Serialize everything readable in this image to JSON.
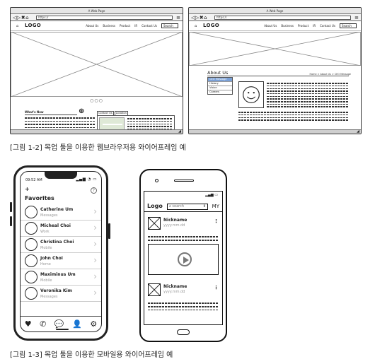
{
  "browser_web": {
    "window_title": "A Web Page",
    "url": "https://",
    "nav_icons": "◁▷✖⌂",
    "menu_icon": "≡",
    "logo": "LOGO",
    "logo_mark": "⌂",
    "menu": [
      "About Us",
      "Business",
      "Product",
      "IR",
      "Contact Us"
    ],
    "search_label": "Search",
    "carousel_dots": "○○○",
    "whats_new_label": "What's New",
    "whats_new_plus": "⊕",
    "contact_tabs": [
      "Contact Us",
      "Location"
    ]
  },
  "browser_about": {
    "window_title": "A Web Page",
    "url": "https://",
    "nav_icons": "◁▷✖⌂",
    "menu_icon": "≡",
    "logo": "LOGO",
    "logo_mark": "⌂",
    "menu": [
      "About Us",
      "Business",
      "Product",
      "IR",
      "Contact Us"
    ],
    "search_label": "Search",
    "section_title": "About Us",
    "breadcrumb": "Home > About Us > CEO Message",
    "sub_menu": [
      {
        "label": "CEO Message",
        "active": true
      },
      {
        "label": "History",
        "active": false
      },
      {
        "label": "Vision",
        "active": false
      },
      {
        "label": "Careers",
        "active": false
      }
    ]
  },
  "captions": {
    "fig_1_2": "[그림 1-2] 목업 툴을 이용한 웹브라우저용 와이어프레임 예",
    "fig_1_3": "[그림 1-3] 목업 툴을 이용한 모바일용 와이어프레임 예"
  },
  "phone_app": {
    "time": "09:52 AM",
    "status_icons": "▂▄▆ ◔ ▭",
    "add_icon": "+",
    "help_icon": "?",
    "title": "Favorites",
    "contacts": [
      {
        "name": "Catherine Um",
        "type": "Messages"
      },
      {
        "name": "Micheal Choi",
        "type": "Work"
      },
      {
        "name": "Christina Choi",
        "type": "Mobile"
      },
      {
        "name": "John Choi",
        "type": "Home"
      },
      {
        "name": "Maximinus Um",
        "type": "Mobile"
      },
      {
        "name": "Veronika Kim",
        "type": "Messages"
      }
    ],
    "chevron": "›",
    "tabs": [
      "♥",
      "✆",
      "💬",
      "👤",
      "⚙"
    ]
  },
  "sketch_app": {
    "status": "▂▄▆ ▭",
    "logo": "Logo",
    "search_icon": "⌕",
    "search_placeholder": "search",
    "search_drop": "⇕",
    "my_label": "MY",
    "posts": [
      {
        "nickname": "Nickname",
        "date": "yyyy.mm.dd",
        "more": "⋮"
      },
      {
        "nickname": "Nickname",
        "date": "yyyy.mm.dd",
        "more": "⋮"
      }
    ]
  }
}
